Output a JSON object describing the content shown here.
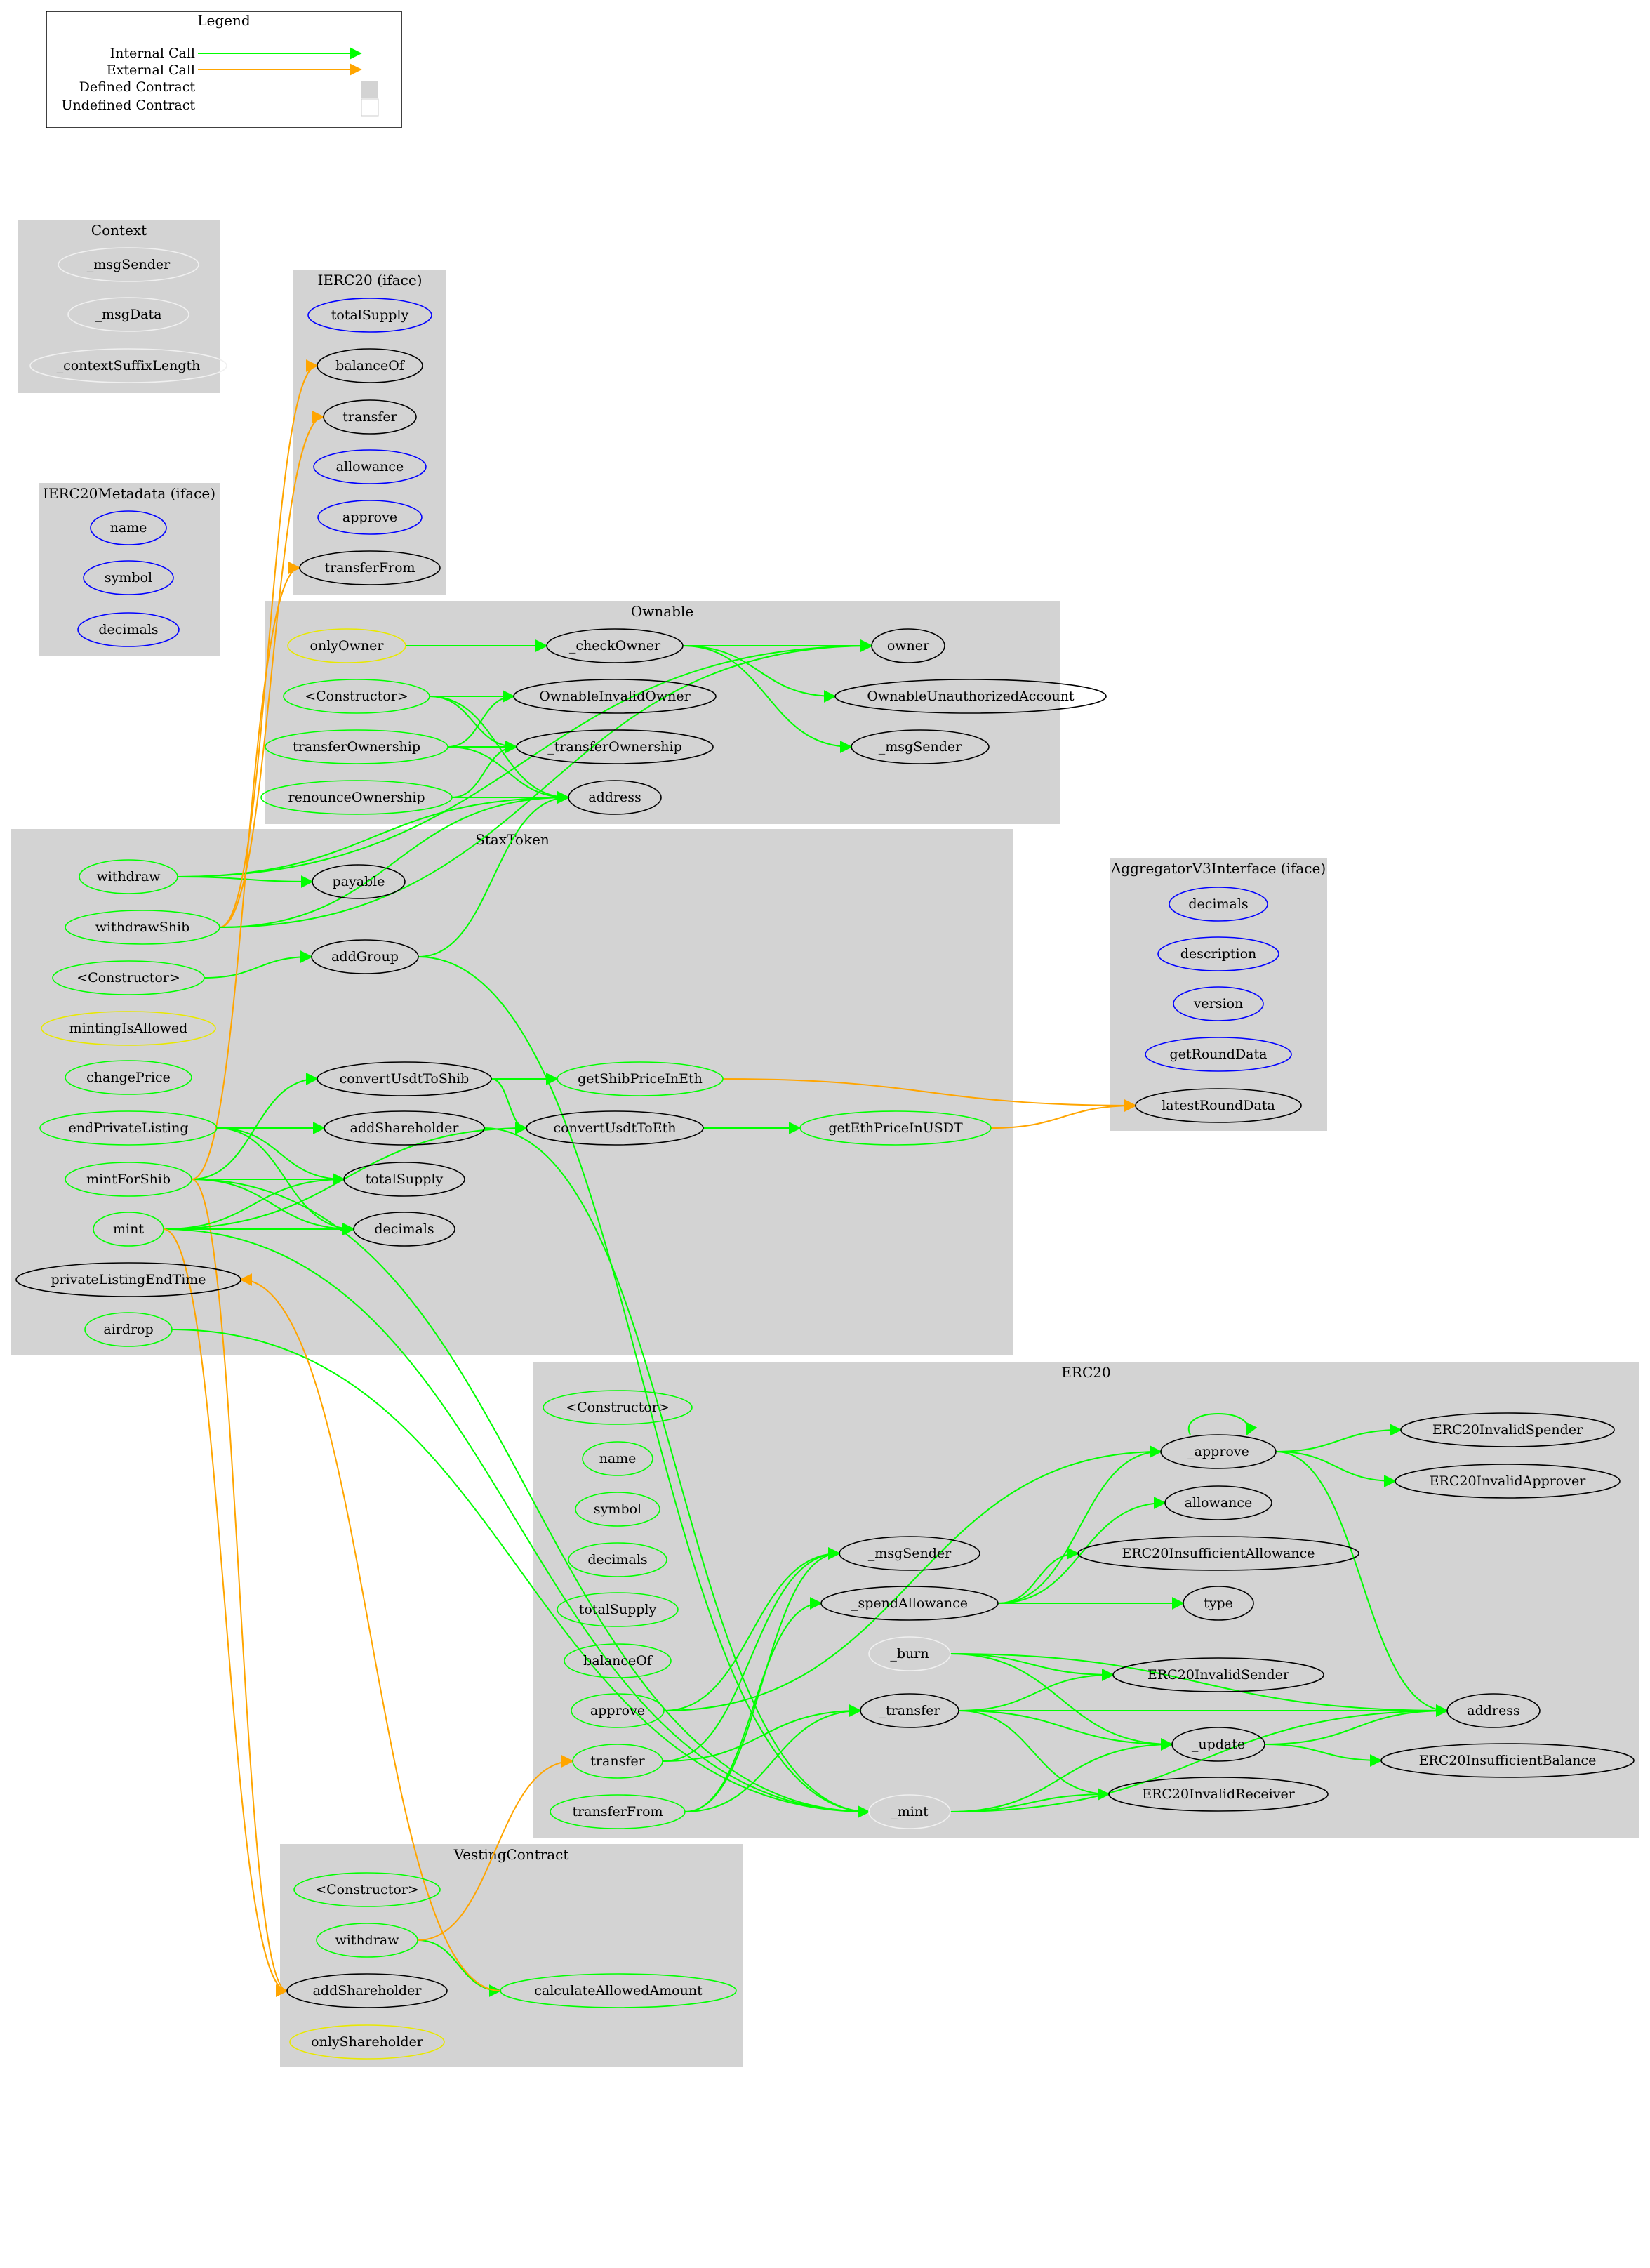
{
  "legend": {
    "title": "Legend",
    "items": [
      {
        "label": "Internal Call",
        "color": "#00ff00"
      },
      {
        "label": "External Call",
        "color": "#ffa500"
      },
      {
        "label": "Defined Contract",
        "fill": "#d3d3d3"
      },
      {
        "label": "Undefined Contract",
        "fill": "#ffffff"
      }
    ]
  },
  "colors": {
    "cluster_fill": "#d3d3d3",
    "internal": "#00ff00",
    "external": "#ffa500",
    "public_node": "#00ff00",
    "modifier_node": "#e8e800",
    "iface_node": "#0000ff",
    "context_node": "#f0f0f0",
    "undefined_node": "#000000"
  },
  "clusters": [
    {
      "id": "context",
      "label": "Context"
    },
    {
      "id": "ierc20",
      "label": "IERC20  (iface)"
    },
    {
      "id": "ierc20meta",
      "label": "IERC20Metadata  (iface)"
    },
    {
      "id": "ownable",
      "label": "Ownable"
    },
    {
      "id": "stax",
      "label": "StaxToken"
    },
    {
      "id": "aggregator",
      "label": "AggregatorV3Interface  (iface)"
    },
    {
      "id": "erc20",
      "label": "ERC20"
    },
    {
      "id": "vesting",
      "label": "VestingContract"
    }
  ],
  "nodes": [
    {
      "id": "ctx_msgSender",
      "label": "_msgSender",
      "kind": "context"
    },
    {
      "id": "ctx_msgData",
      "label": "_msgData",
      "kind": "context"
    },
    {
      "id": "ctx_suffix",
      "label": "_contextSuffixLength",
      "kind": "context"
    },
    {
      "id": "i_totalSupply",
      "label": "totalSupply",
      "kind": "iface"
    },
    {
      "id": "i_balanceOf",
      "label": "balanceOf",
      "kind": "undefined"
    },
    {
      "id": "i_transfer",
      "label": "transfer",
      "kind": "undefined"
    },
    {
      "id": "i_allowance",
      "label": "allowance",
      "kind": "iface"
    },
    {
      "id": "i_approve",
      "label": "approve",
      "kind": "iface"
    },
    {
      "id": "i_transferFrom",
      "label": "transferFrom",
      "kind": "undefined"
    },
    {
      "id": "m_name",
      "label": "name",
      "kind": "iface"
    },
    {
      "id": "m_symbol",
      "label": "symbol",
      "kind": "iface"
    },
    {
      "id": "m_decimals",
      "label": "decimals",
      "kind": "iface"
    },
    {
      "id": "o_onlyOwner",
      "label": "onlyOwner",
      "kind": "modifier"
    },
    {
      "id": "o_checkOwner",
      "label": "_checkOwner",
      "kind": "undefined"
    },
    {
      "id": "o_owner",
      "label": "owner",
      "kind": "undefined"
    },
    {
      "id": "o_ctor",
      "label": "<Constructor>",
      "kind": "public"
    },
    {
      "id": "o_invalidOwner",
      "label": "OwnableInvalidOwner",
      "kind": "undefined"
    },
    {
      "id": "o_unauth",
      "label": "OwnableUnauthorizedAccount",
      "kind": "undefined"
    },
    {
      "id": "o_transferOwnership",
      "label": "transferOwnership",
      "kind": "public"
    },
    {
      "id": "o__transferOwnership",
      "label": "_transferOwnership",
      "kind": "undefined"
    },
    {
      "id": "o_msgSender",
      "label": "_msgSender",
      "kind": "undefined"
    },
    {
      "id": "o_renounce",
      "label": "renounceOwnership",
      "kind": "public"
    },
    {
      "id": "o_address",
      "label": "address",
      "kind": "undefined"
    },
    {
      "id": "s_withdraw",
      "label": "withdraw",
      "kind": "public"
    },
    {
      "id": "s_payable",
      "label": "payable",
      "kind": "undefined"
    },
    {
      "id": "s_withdrawShib",
      "label": "withdrawShib",
      "kind": "public"
    },
    {
      "id": "s_ctor",
      "label": "<Constructor>",
      "kind": "public"
    },
    {
      "id": "s_addGroup",
      "label": "addGroup",
      "kind": "undefined"
    },
    {
      "id": "s_mintingIsAllowed",
      "label": "mintingIsAllowed",
      "kind": "modifier"
    },
    {
      "id": "s_changePrice",
      "label": "changePrice",
      "kind": "public"
    },
    {
      "id": "s_convertUsdtToShib",
      "label": "convertUsdtToShib",
      "kind": "undefined"
    },
    {
      "id": "s_getShibPriceInEth",
      "label": "getShibPriceInEth",
      "kind": "public"
    },
    {
      "id": "s_endPrivateListing",
      "label": "endPrivateListing",
      "kind": "public"
    },
    {
      "id": "s_addShareholder",
      "label": "addShareholder",
      "kind": "undefined"
    },
    {
      "id": "s_convertUsdtToEth",
      "label": "convertUsdtToEth",
      "kind": "undefined"
    },
    {
      "id": "s_getEthPriceInUSDT",
      "label": "getEthPriceInUSDT",
      "kind": "public"
    },
    {
      "id": "s_mintForShib",
      "label": "mintForShib",
      "kind": "public"
    },
    {
      "id": "s_totalSupply",
      "label": "totalSupply",
      "kind": "undefined"
    },
    {
      "id": "s_mint",
      "label": "mint",
      "kind": "public"
    },
    {
      "id": "s_decimals",
      "label": "decimals",
      "kind": "undefined"
    },
    {
      "id": "s_privateListingEndTime",
      "label": "privateListingEndTime",
      "kind": "undefined"
    },
    {
      "id": "s_airdrop",
      "label": "airdrop",
      "kind": "public"
    },
    {
      "id": "a_decimals",
      "label": "decimals",
      "kind": "iface"
    },
    {
      "id": "a_description",
      "label": "description",
      "kind": "iface"
    },
    {
      "id": "a_version",
      "label": "version",
      "kind": "iface"
    },
    {
      "id": "a_getRoundData",
      "label": "getRoundData",
      "kind": "iface"
    },
    {
      "id": "a_latestRoundData",
      "label": "latestRoundData",
      "kind": "undefined"
    },
    {
      "id": "e_ctor",
      "label": "<Constructor>",
      "kind": "public"
    },
    {
      "id": "e_name",
      "label": "name",
      "kind": "public"
    },
    {
      "id": "e_symbol",
      "label": "symbol",
      "kind": "public"
    },
    {
      "id": "e_decimals",
      "label": "decimals",
      "kind": "public"
    },
    {
      "id": "e_totalSupply",
      "label": "totalSupply",
      "kind": "public"
    },
    {
      "id": "e_balanceOf",
      "label": "balanceOf",
      "kind": "public"
    },
    {
      "id": "e_approve",
      "label": "approve",
      "kind": "public"
    },
    {
      "id": "e_transfer",
      "label": "transfer",
      "kind": "public"
    },
    {
      "id": "e_transferFrom",
      "label": "transferFrom",
      "kind": "public"
    },
    {
      "id": "e__approve",
      "label": "_approve",
      "kind": "undefined"
    },
    {
      "id": "e_invalidSpender",
      "label": "ERC20InvalidSpender",
      "kind": "undefined"
    },
    {
      "id": "e_invalidApprover",
      "label": "ERC20InvalidApprover",
      "kind": "undefined"
    },
    {
      "id": "e_allowance",
      "label": "allowance",
      "kind": "undefined"
    },
    {
      "id": "e_msgSender",
      "label": "_msgSender",
      "kind": "undefined"
    },
    {
      "id": "e_insufficientAllowance",
      "label": "ERC20InsufficientAllowance",
      "kind": "undefined"
    },
    {
      "id": "e_spendAllowance",
      "label": "_spendAllowance",
      "kind": "undefined"
    },
    {
      "id": "e_type",
      "label": "type",
      "kind": "undefined"
    },
    {
      "id": "e_burn",
      "label": "_burn",
      "kind": "context"
    },
    {
      "id": "e_invalidSender",
      "label": "ERC20InvalidSender",
      "kind": "undefined"
    },
    {
      "id": "e__transfer",
      "label": "_transfer",
      "kind": "undefined"
    },
    {
      "id": "e_address",
      "label": "address",
      "kind": "undefined"
    },
    {
      "id": "e_update",
      "label": "_update",
      "kind": "undefined"
    },
    {
      "id": "e_insufficientBalance",
      "label": "ERC20InsufficientBalance",
      "kind": "undefined"
    },
    {
      "id": "e_mint",
      "label": "_mint",
      "kind": "context"
    },
    {
      "id": "e_invalidReceiver",
      "label": "ERC20InvalidReceiver",
      "kind": "undefined"
    },
    {
      "id": "v_ctor",
      "label": "<Constructor>",
      "kind": "public"
    },
    {
      "id": "v_withdraw",
      "label": "withdraw",
      "kind": "public"
    },
    {
      "id": "v_calculateAllowedAmount",
      "label": "calculateAllowedAmount",
      "kind": "public"
    },
    {
      "id": "v_addShareholder",
      "label": "addShareholder",
      "kind": "undefined"
    },
    {
      "id": "v_onlyShareholder",
      "label": "onlyShareholder",
      "kind": "modifier"
    }
  ],
  "edges": [
    [
      "o_onlyOwner",
      "o_checkOwner",
      "i"
    ],
    [
      "o_checkOwner",
      "o_owner",
      "i"
    ],
    [
      "o_checkOwner",
      "o_unauth",
      "i"
    ],
    [
      "o_checkOwner",
      "o_msgSender",
      "i"
    ],
    [
      "o_ctor",
      "o_invalidOwner",
      "i"
    ],
    [
      "o_ctor",
      "o__transferOwnership",
      "i"
    ],
    [
      "o_ctor",
      "o_address",
      "i"
    ],
    [
      "o_transferOwnership",
      "o_invalidOwner",
      "i"
    ],
    [
      "o_transferOwnership",
      "o__transferOwnership",
      "i"
    ],
    [
      "o_transferOwnership",
      "o_address",
      "i"
    ],
    [
      "o_renounce",
      "o__transferOwnership",
      "i"
    ],
    [
      "o_renounce",
      "o_address",
      "i"
    ],
    [
      "s_withdraw",
      "s_payable",
      "i"
    ],
    [
      "s_withdraw",
      "o_owner",
      "i"
    ],
    [
      "s_withdraw",
      "o_address",
      "i"
    ],
    [
      "s_withdrawShib",
      "o_owner",
      "i"
    ],
    [
      "s_withdrawShib",
      "i_balanceOf",
      "e"
    ],
    [
      "s_withdrawShib",
      "i_transfer",
      "e"
    ],
    [
      "s_withdrawShib",
      "o_address",
      "i"
    ],
    [
      "s_ctor",
      "s_addGroup",
      "i"
    ],
    [
      "s_addGroup",
      "o_address",
      "i"
    ],
    [
      "s_addGroup",
      "e_mint",
      "i"
    ],
    [
      "s_convertUsdtToShib",
      "s_getShibPriceInEth",
      "i"
    ],
    [
      "s_convertUsdtToShib",
      "s_convertUsdtToEth",
      "i"
    ],
    [
      "s_getShibPriceInEth",
      "a_latestRoundData",
      "e"
    ],
    [
      "s_convertUsdtToEth",
      "s_getEthPriceInUSDT",
      "i"
    ],
    [
      "s_getEthPriceInUSDT",
      "a_latestRoundData",
      "e"
    ],
    [
      "s_endPrivateListing",
      "s_addShareholder",
      "i"
    ],
    [
      "s_endPrivateListing",
      "s_totalSupply",
      "i"
    ],
    [
      "s_endPrivateListing",
      "s_decimals",
      "i"
    ],
    [
      "s_addShareholder",
      "e_mint",
      "i"
    ],
    [
      "s_mintForShib",
      "s_convertUsdtToShib",
      "i"
    ],
    [
      "s_mintForShib",
      "s_totalSupply",
      "i"
    ],
    [
      "s_mintForShib",
      "s_decimals",
      "i"
    ],
    [
      "s_mintForShib",
      "i_transferFrom",
      "e"
    ],
    [
      "s_mintForShib",
      "e_mint",
      "i"
    ],
    [
      "s_mintForShib",
      "v_addShareholder",
      "e"
    ],
    [
      "s_mint",
      "s_convertUsdtToEth",
      "i"
    ],
    [
      "s_mint",
      "s_totalSupply",
      "i"
    ],
    [
      "s_mint",
      "s_decimals",
      "i"
    ],
    [
      "s_mint",
      "e_mint",
      "i"
    ],
    [
      "s_mint",
      "v_addShareholder",
      "e"
    ],
    [
      "s_airdrop",
      "e_mint",
      "i"
    ],
    [
      "e_approve",
      "e_msgSender",
      "i"
    ],
    [
      "e_approve",
      "e__approve",
      "i"
    ],
    [
      "e_transfer",
      "e_msgSender",
      "i"
    ],
    [
      "e_transfer",
      "e__transfer",
      "i"
    ],
    [
      "e_transferFrom",
      "e_msgSender",
      "i"
    ],
    [
      "e_transferFrom",
      "e_spendAllowance",
      "i"
    ],
    [
      "e_transferFrom",
      "e__transfer",
      "i"
    ],
    [
      "e__approve",
      "e__approve",
      "i"
    ],
    [
      "e__approve",
      "e_invalidSpender",
      "i"
    ],
    [
      "e__approve",
      "e_invalidApprover",
      "i"
    ],
    [
      "e__approve",
      "e_address",
      "i"
    ],
    [
      "e_spendAllowance",
      "e_allowance",
      "i"
    ],
    [
      "e_spendAllowance",
      "e_insufficientAllowance",
      "i"
    ],
    [
      "e_spendAllowance",
      "e__approve",
      "i"
    ],
    [
      "e_spendAllowance",
      "e_type",
      "i"
    ],
    [
      "e_burn",
      "e_invalidSender",
      "i"
    ],
    [
      "e_burn",
      "e_update",
      "i"
    ],
    [
      "e_burn",
      "e_address",
      "i"
    ],
    [
      "e__transfer",
      "e_invalidSender",
      "i"
    ],
    [
      "e__transfer",
      "e_update",
      "i"
    ],
    [
      "e__transfer",
      "e_invalidReceiver",
      "i"
    ],
    [
      "e__transfer",
      "e_address",
      "i"
    ],
    [
      "e_update",
      "e_insufficientBalance",
      "i"
    ],
    [
      "e_update",
      "e_address",
      "i"
    ],
    [
      "e_mint",
      "e_update",
      "i"
    ],
    [
      "e_mint",
      "e_invalidReceiver",
      "i"
    ],
    [
      "e_mint",
      "e_address",
      "i"
    ],
    [
      "v_withdraw",
      "v_calculateAllowedAmount",
      "i"
    ],
    [
      "v_withdraw",
      "e_transfer",
      "e"
    ],
    [
      "v_calculateAllowedAmount",
      "s_privateListingEndTime",
      "e"
    ]
  ]
}
